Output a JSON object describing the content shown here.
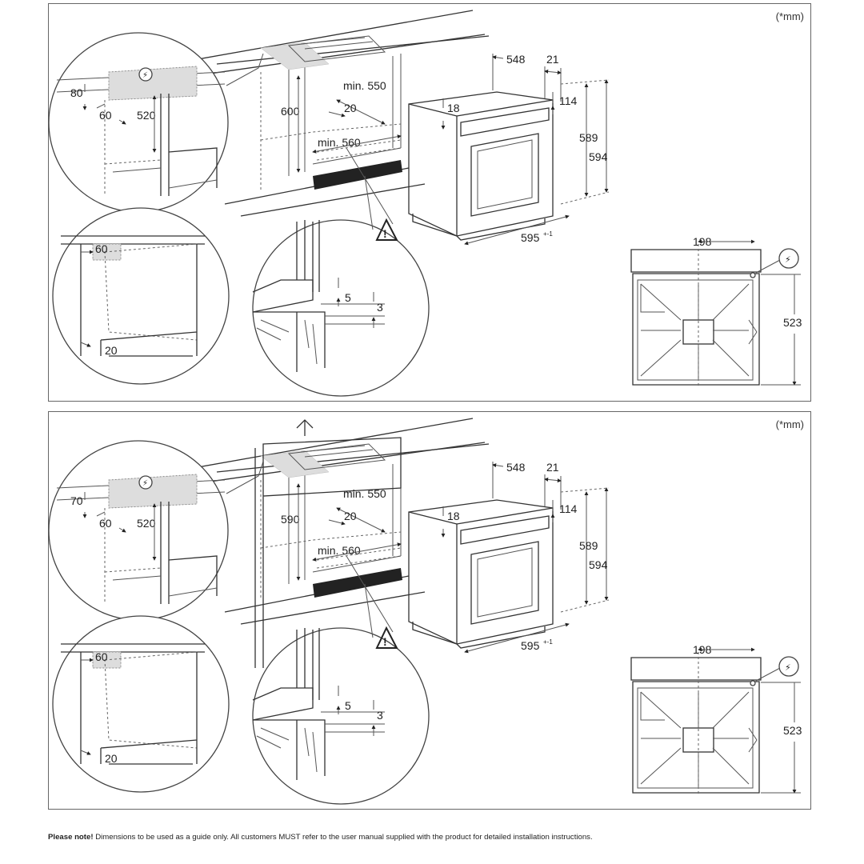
{
  "note": {
    "label": "Please note!",
    "text": "Dimensions to be used as a guide only. All customers MUST refer to the user manual supplied with the product for detailed installation instructions."
  },
  "panels": [
    {
      "unit": "(*mm)",
      "labels": {
        "d80": "80",
        "d60": "60",
        "d520": "520",
        "d600": "600",
        "min550": "min. 550",
        "d20a": "20",
        "min560": "min. 560",
        "d548": "548",
        "d21": "21",
        "d18": "18",
        "d114": "114",
        "d589": "589",
        "d594": "594",
        "d595": "595",
        "tol": "+-1",
        "d60b": "60",
        "d20b": "20",
        "d5": "5",
        "d3": "3",
        "d198": "198",
        "d523": "523"
      }
    },
    {
      "unit": "(*mm)",
      "labels": {
        "d80": "70",
        "d60": "60",
        "d520": "520",
        "d600": "590",
        "min550": "min. 550",
        "d20a": "20",
        "min560": "min. 560",
        "d548": "548",
        "d21": "21",
        "d18": "18",
        "d114": "114",
        "d589": "589",
        "d594": "594",
        "d595": "595",
        "tol": "+-1",
        "d60b": "60",
        "d20b": "20",
        "d5": "5",
        "d3": "3",
        "d198": "198",
        "d523": "523"
      }
    }
  ],
  "colors": {
    "border": "#666666",
    "line": "#333333",
    "hatch": "#dddddd"
  }
}
